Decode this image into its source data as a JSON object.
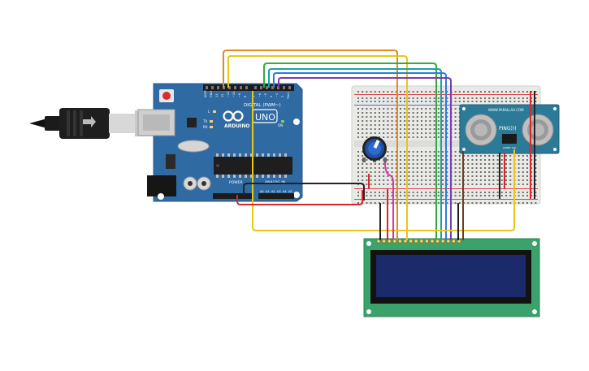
{
  "colors": {
    "arduino_board": "#2f6aa3",
    "breadboard": "#e9e9e6",
    "lcd_board": "#3aa26a",
    "lcd_screen": "#1a2a6b",
    "sensor_board": "#2b7a97",
    "wire_orange": "#e38a1e",
    "wire_yellow": "#e8c61a",
    "wire_green": "#3aa83a",
    "wire_teal": "#18a3a3",
    "wire_blue": "#2a7de1",
    "wire_purple": "#7c3ab0",
    "wire_red": "#d8262c",
    "wire_black": "#222222",
    "wire_pink": "#d63aa6",
    "wire_brown": "#6b3f1e"
  },
  "arduino": {
    "brand": "ARDUINO",
    "model": "UNO",
    "digital_header": "DIGITAL (PWM~)",
    "power_header": "POWER",
    "analog_header": "ANALOG IN",
    "tx": "TX",
    "rx": "RX",
    "l": "L",
    "on": "ON",
    "analog_pins": [
      "A0",
      "A1",
      "A2",
      "A3",
      "A4",
      "A5"
    ]
  },
  "sensor": {
    "brand": "WWW.PARALLAX.COM",
    "name": "PING)))",
    "pins": [
      "GND",
      "5V",
      "SIG"
    ]
  },
  "icons": [
    "usb-cable-icon",
    "potentiometer-icon",
    "ultrasonic-sensor-icon"
  ]
}
